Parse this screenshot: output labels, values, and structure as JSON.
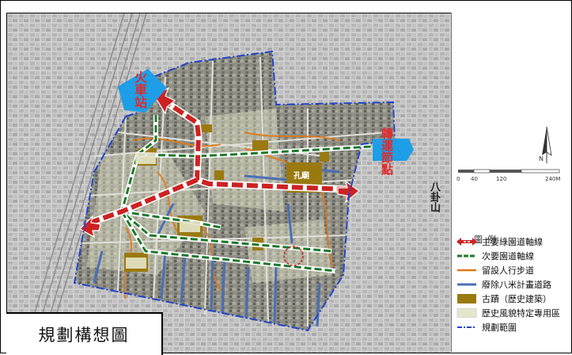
{
  "title": "規劃構想圖",
  "map_labels": {
    "train_station": "火車站",
    "transfer_point": "轉運節點",
    "bagua_mountain": "八卦山",
    "confucius_temple": "孔廟"
  },
  "scale_bar": {
    "north": "N",
    "ticks": [
      "0",
      "40",
      "120",
      "240M"
    ]
  },
  "legend": {
    "title": "圖例",
    "items": [
      {
        "label": "主要綠園道軸線",
        "symbol": "red-dashed-arrow-icon",
        "color": "#cc2222"
      },
      {
        "label": "次要園道軸線",
        "symbol": "green-dashed-line-icon",
        "color": "#1c7a2a"
      },
      {
        "label": "留設人行步道",
        "symbol": "orange-line-icon",
        "color": "#e07a1a"
      },
      {
        "label": "廢除八米計畫道路",
        "symbol": "blue-line-icon",
        "color": "#4a6fb5"
      },
      {
        "label": "古蹟（歷史建築）",
        "symbol": "brown-fill-icon",
        "color": "#9a7a10"
      },
      {
        "label": "歷史風貌特定專用區",
        "symbol": "beige-fill-icon",
        "color": "#e6e6cc"
      },
      {
        "label": "規劃範圍",
        "symbol": "boundary-dash-icon",
        "color": "#2244cc"
      }
    ]
  },
  "colors": {
    "primary_axis": "#cc2222",
    "secondary_axis": "#1c7a2a",
    "pedestrian": "#e07a1a",
    "abolished_road": "#4a6fb5",
    "heritage": "#9a7a10",
    "boundary": "#2244cc",
    "station_fill": "#1e9ee6"
  }
}
